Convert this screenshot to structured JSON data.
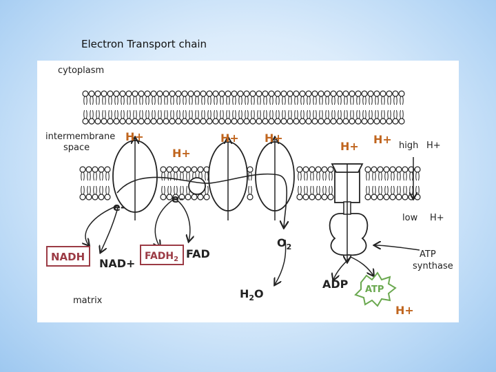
{
  "title": "Electron Transport chain",
  "diagram": {
    "cytoplasm": "cytoplasm",
    "intermembrane_1": "intermembrane",
    "intermembrane_2": "space",
    "high": "high",
    "high_h": "H+",
    "low": "low",
    "low_h": "H+",
    "h_plus": "H+",
    "e_minus": "e-",
    "nadh": "NADH",
    "nad_plus": "NAD+",
    "fadh2": "FADH",
    "fadh2_sub": "2",
    "fad": "FAD",
    "o2": "O",
    "o2_sub": "2",
    "h2o_h": "H",
    "h2o_sub": "2",
    "h2o_o": "O",
    "adp": "ADP",
    "atp": "ATP",
    "atp_synthase_1": "ATP",
    "atp_synthase_2": "synthase",
    "matrix": "matrix",
    "colors": {
      "ink": "#222222",
      "proton": "#c0651e",
      "nadh_box": "#9b3a44",
      "atp_star": "#6aa84f"
    }
  }
}
